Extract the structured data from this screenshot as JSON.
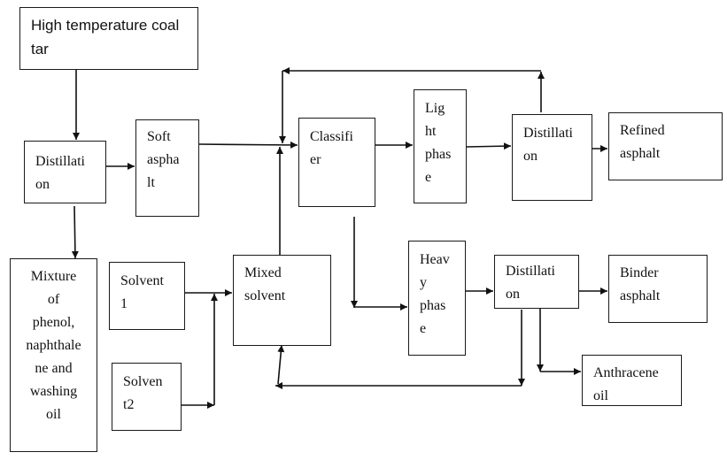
{
  "diagram": {
    "title": "",
    "nodes": [
      {
        "id": "coal_tar",
        "label": "High temperature coal\ntar"
      },
      {
        "id": "distillation_1",
        "label": "Distillati\non"
      },
      {
        "id": "soft_asphalt",
        "label": "Soft\naspha\nlt"
      },
      {
        "id": "mixture",
        "label": "Mixture\nof\nphenol,\nnaphthale\nne and\nwashing\noil"
      },
      {
        "id": "solvent_1",
        "label": "Solvent\n1"
      },
      {
        "id": "solvent_2",
        "label": "Solven\nt2"
      },
      {
        "id": "mixed_solvent",
        "label": "Mixed\nsolvent"
      },
      {
        "id": "classifier",
        "label": "Classifi\ner"
      },
      {
        "id": "light_phase",
        "label": "Lig\nht\nphas\ne"
      },
      {
        "id": "distillation_2",
        "label": "Distillati\non"
      },
      {
        "id": "refined_asphalt",
        "label": "Refined\nasphalt"
      },
      {
        "id": "heavy_phase",
        "label": "Heav\ny\nphas\ne"
      },
      {
        "id": "distillation_3",
        "label": "Distillati\non"
      },
      {
        "id": "binder_asphalt",
        "label": "Binder\nasphalt"
      },
      {
        "id": "anthracene_oil",
        "label": "Anthracene\noil"
      }
    ],
    "edges": [
      {
        "from": "coal_tar",
        "to": "distillation_1"
      },
      {
        "from": "distillation_1",
        "to": "soft_asphalt"
      },
      {
        "from": "distillation_1",
        "to": "mixture"
      },
      {
        "from": "soft_asphalt",
        "to": "classifier"
      },
      {
        "from": "solvent_1",
        "to": "mixed_solvent"
      },
      {
        "from": "solvent_2",
        "to": "mixed_solvent"
      },
      {
        "from": "mixed_solvent",
        "to": "classifier"
      },
      {
        "from": "classifier",
        "to": "light_phase"
      },
      {
        "from": "classifier",
        "to": "heavy_phase"
      },
      {
        "from": "light_phase",
        "to": "distillation_2"
      },
      {
        "from": "distillation_2",
        "to": "refined_asphalt"
      },
      {
        "from": "distillation_2",
        "to": "classifier",
        "note": "recycle"
      },
      {
        "from": "heavy_phase",
        "to": "distillation_3"
      },
      {
        "from": "distillation_3",
        "to": "binder_asphalt"
      },
      {
        "from": "distillation_3",
        "to": "anthracene_oil"
      },
      {
        "from": "distillation_3",
        "to": "mixed_solvent",
        "note": "recycle"
      }
    ]
  }
}
